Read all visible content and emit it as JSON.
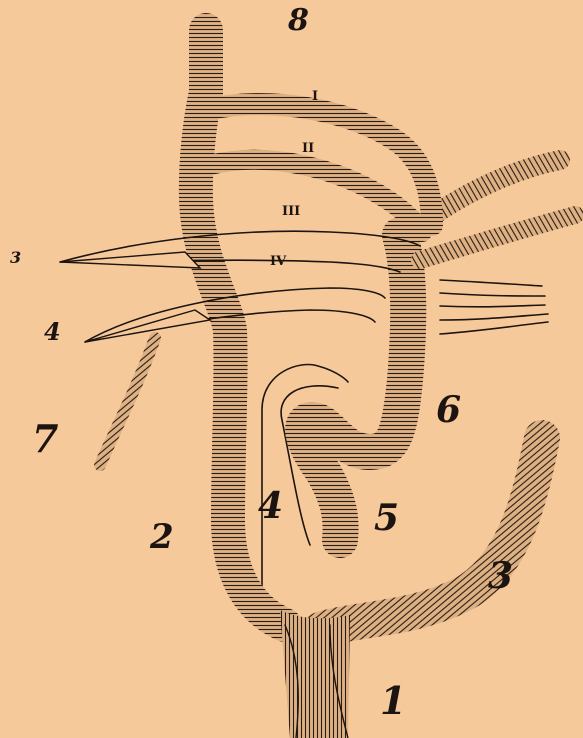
{
  "colors": {
    "background": "#f6c99a",
    "vessel_fill": "#ddb184",
    "ink": "#1c1410"
  },
  "labels": {
    "n1": "1",
    "n2": "2",
    "n3_right": "3",
    "n3_left": "3",
    "n4_left": "4",
    "n4_mid": "4",
    "n5": "5",
    "n6": "6",
    "n7": "7",
    "n8": "8",
    "r1": "I",
    "r2": "II",
    "r3": "III",
    "r4": "IV"
  }
}
